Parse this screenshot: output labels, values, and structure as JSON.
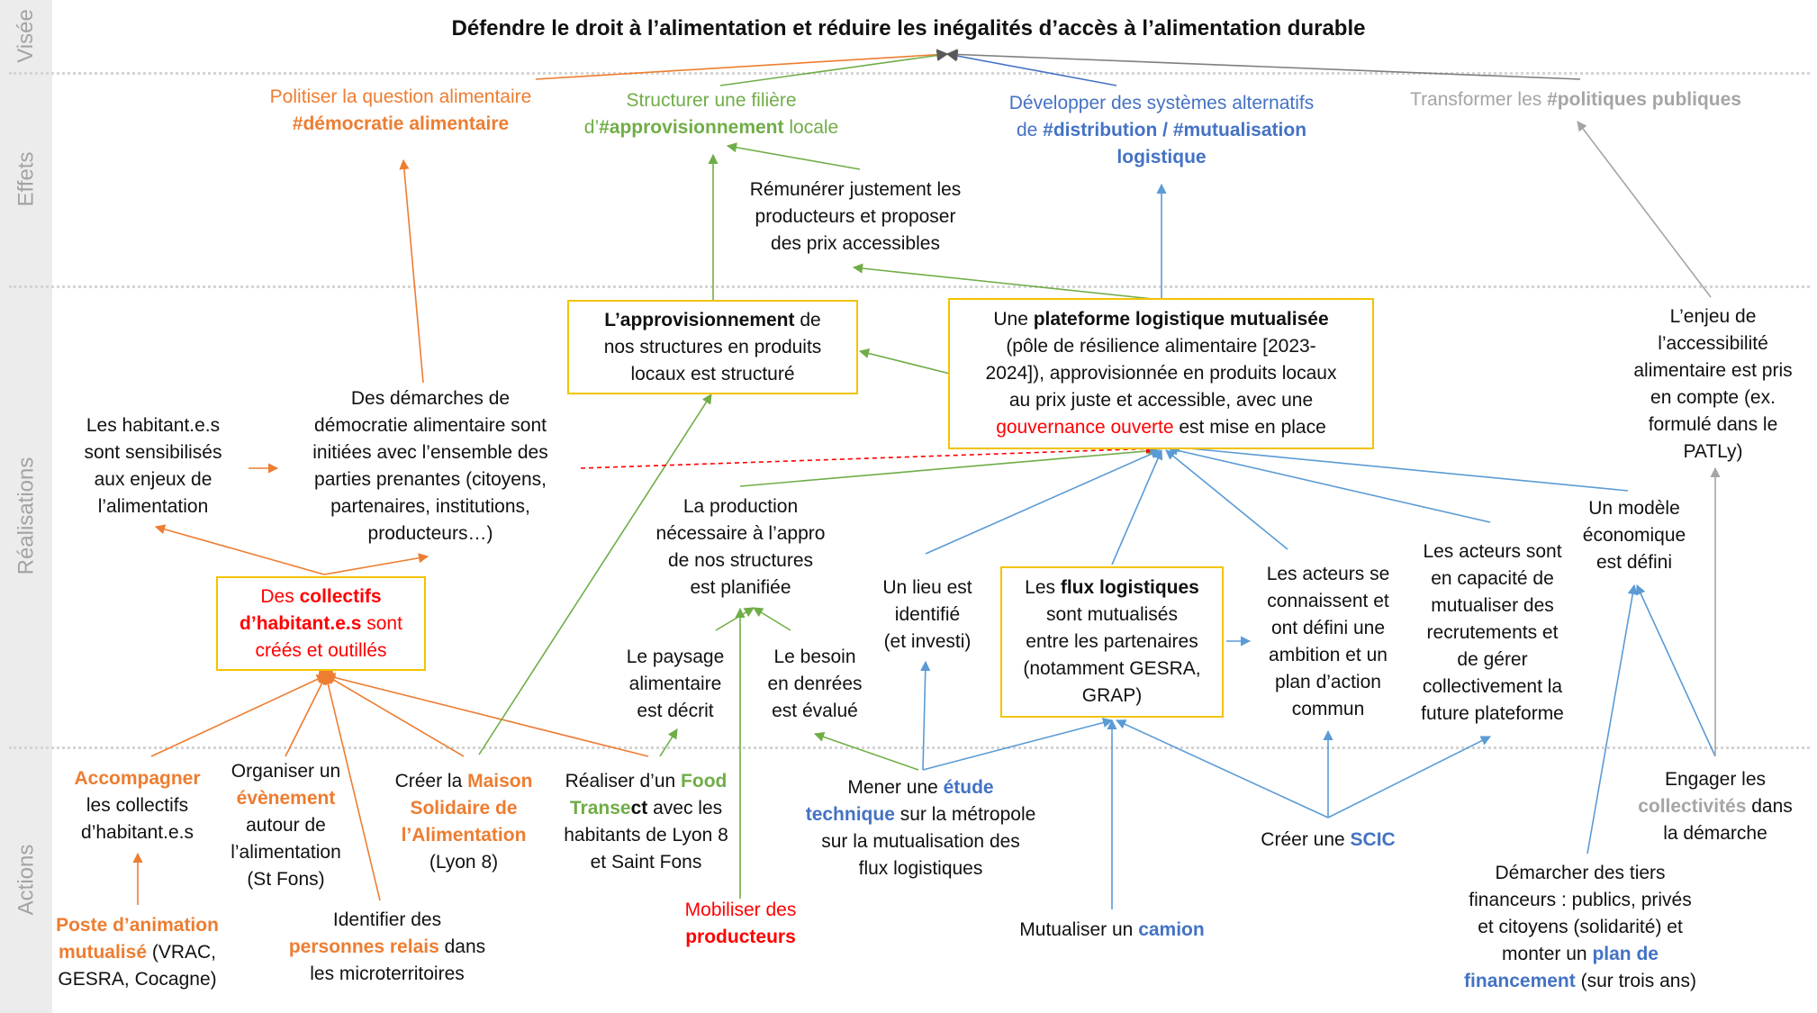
{
  "title": "Défendre le droit à l’alimentation et réduire les inégalités d’accès à l’alimentation durable",
  "bands": [
    {
      "label": "Visée"
    },
    {
      "label": "Effets"
    },
    {
      "label": "Réalisations"
    },
    {
      "label": "Actions"
    }
  ],
  "effects": {
    "politiser": {
      "l1": "Politiser la question alimentaire",
      "l2": "#démocratie alimentaire"
    },
    "structurer": {
      "l1": "Structurer une filière",
      "l2a": "d’",
      "l2b": "#approvisionnement",
      "l2c": " locale"
    },
    "developper": {
      "l1": "Développer des systèmes alternatifs",
      "l2a": "de ",
      "l2b": "#distribution / #mutualisation",
      "l3": "logistique"
    },
    "transformer": {
      "a": "Transformer les ",
      "b": "#politiques publiques"
    },
    "remunerer": {
      "l1": "Rémunérer justement les",
      "l2": "producteurs et proposer",
      "l3": "des prix accessibles"
    }
  },
  "realisations": {
    "appro": {
      "b": "L’approvisionnement",
      "a": " de",
      "l2": "nos structures en produits",
      "l3": "locaux est structuré"
    },
    "plateforme": {
      "a": "Une ",
      "b": "plateforme logistique mutualisée",
      "l2": "(pôle de résilience alimentaire [2023-",
      "l3": "2024]), approvisionnée en produits locaux",
      "l4": "au prix juste et accessible, avec une",
      "l5a": "gouvernance ouverte",
      "l5b": " est mise en place"
    },
    "habitants_sens": {
      "l1": "Les habitant.e.s",
      "l2": "sont sensibilisés",
      "l3": "aux enjeux de",
      "l4": "l’alimentation"
    },
    "demarches": {
      "l1": "Des démarches de",
      "l2": "démocratie alimentaire sont",
      "l3": "initiées avec l’ensemble des",
      "l4": "parties prenantes (citoyens,",
      "l5": "partenaires, institutions,",
      "l6": "producteurs…)"
    },
    "collectifs": {
      "a": "Des ",
      "b": "collectifs",
      "l2b": "d’habitant.e.s",
      "l2c": " sont",
      "l3": "créés et outillés"
    },
    "production": {
      "l1": "La production",
      "l2": "nécessaire à l’appro",
      "l3": "de nos structures",
      "l4": "est planifiée"
    },
    "paysage": {
      "l1": "Le paysage",
      "l2": "alimentaire",
      "l3": "est décrit"
    },
    "besoin": {
      "l1": "Le besoin",
      "l2": "en denrées",
      "l3": "est évalué"
    },
    "lieu": {
      "l1": "Un lieu est",
      "l2": "identifié",
      "l3": "(et investi)"
    },
    "flux": {
      "a": "Les ",
      "b": "flux logistiques",
      "l2": "sont mutualisés",
      "l3": "entre les partenaires",
      "l4": "(notamment GESRA,",
      "l5": "GRAP)"
    },
    "acteurs_connaissent": {
      "l1": "Les acteurs se",
      "l2": "connaissent et",
      "l3": "ont défini une",
      "l4": "ambition et un",
      "l5": "plan d’action",
      "l6": "commun"
    },
    "acteurs_capacite": {
      "l1": "Les acteurs sont",
      "l2": "en capacité de",
      "l3": "mutualiser des",
      "l4": "recrutements et",
      "l5": "de gérer",
      "l6": "collectivement la",
      "l7": "future plateforme"
    },
    "modele": {
      "l1": "Un modèle",
      "l2": "économique",
      "l3": "est défini"
    },
    "enjeu": {
      "l1": "L’enjeu de",
      "l2": "l’accessibilité",
      "l3": "alimentaire est pris",
      "l4": "en compte (ex.",
      "l5": "formulé dans le",
      "l6": "PATLy)"
    }
  },
  "actions": {
    "accompagner": {
      "b": "Accompagner",
      "l2": "les collectifs",
      "l3": "d’habitant.e.s"
    },
    "poste": {
      "b1": "Poste d’animation",
      "b2": "mutualisé",
      "a2": " (VRAC,",
      "l3": "GESRA, Cocagne)"
    },
    "evenement": {
      "l1": "Organiser un",
      "b": "évènement",
      "l3": "autour de",
      "l4": "l’alimentation",
      "l5": "(St Fons)"
    },
    "maison": {
      "a": "Créer la ",
      "b1": "Maison",
      "b2": "Solidaire de",
      "b3": "l’Alimentation",
      "l5": "(Lyon 8)"
    },
    "relais": {
      "l1": "Identifier des",
      "b": "personnes relais",
      "a2": " dans",
      "l3": "les microterritoires"
    },
    "food": {
      "a": "Réaliser d’un ",
      "b1": "Food",
      "b2": "Transe",
      "b2k": "ct",
      "l2c": " avec les",
      "l3": "habitants de Lyon 8",
      "l4": "et Saint Fons"
    },
    "mobiliser": {
      "l1": "Mobiliser des",
      "l2": "producteurs"
    },
    "etude": {
      "a": "Mener une ",
      "b1": "étude",
      "b2": "technique",
      "l2c": " sur la métropole",
      "l3": "sur la mutualisation des",
      "l4": "flux logistiques"
    },
    "scic": {
      "a": "Créer une ",
      "b": "SCIC"
    },
    "camion": {
      "a": "Mutualiser un ",
      "b": "camion"
    },
    "engager": {
      "l1": "Engager les",
      "b": "collectivités",
      "a2": " dans",
      "l3": "la démarche"
    },
    "demarcher": {
      "l1": "Démarcher des tiers",
      "l2": "financeurs : publics, privés",
      "l3": "et citoyens (solidarité) et",
      "l4a": "monter un ",
      "l4b": "plan de",
      "l5b": "financement",
      "l5c": " (sur trois ans)"
    }
  },
  "colors": {
    "orange": "#ed7d31",
    "green": "#70ad47",
    "blue": "#4472c4",
    "gray": "#a5a5a5",
    "red": "#ff0000",
    "box_border": "#f2c300",
    "band": "#ececec"
  }
}
